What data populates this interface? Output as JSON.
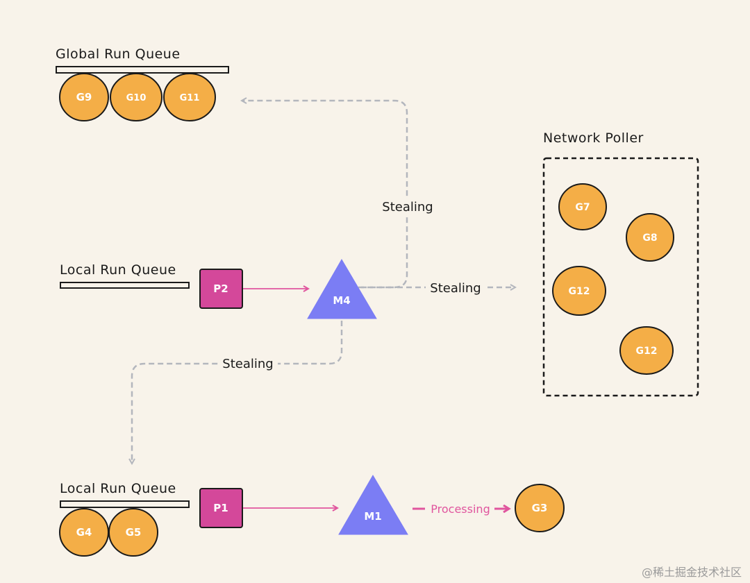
{
  "labels": {
    "global_queue": "Global Run Queue",
    "network_poller": "Network Poller",
    "local_queue_top": "Local Run Queue",
    "local_queue_bottom": "Local Run Queue",
    "stealing_1": "Stealing",
    "stealing_2": "Stealing",
    "stealing_3": "Stealing",
    "processing": "Processing"
  },
  "goroutines": {
    "g9": "G9",
    "g10": "G10",
    "g11": "G11",
    "g7": "G7",
    "g8": "G8",
    "g12a": "G12",
    "g12b": "G12",
    "g4": "G4",
    "g5": "G5",
    "g3": "G3"
  },
  "processors": {
    "p2": "P2",
    "p1": "P1"
  },
  "machines": {
    "m4": "M4",
    "m1": "M1"
  },
  "watermark": "@稀土掘金技术社区",
  "colors": {
    "background": "#f8f3ea",
    "goroutine": "#f4ae47",
    "processor": "#d4489a",
    "machine": "#7b7df4",
    "arrow_pink": "#e0559e",
    "arrow_gray": "#b3b6bd"
  }
}
